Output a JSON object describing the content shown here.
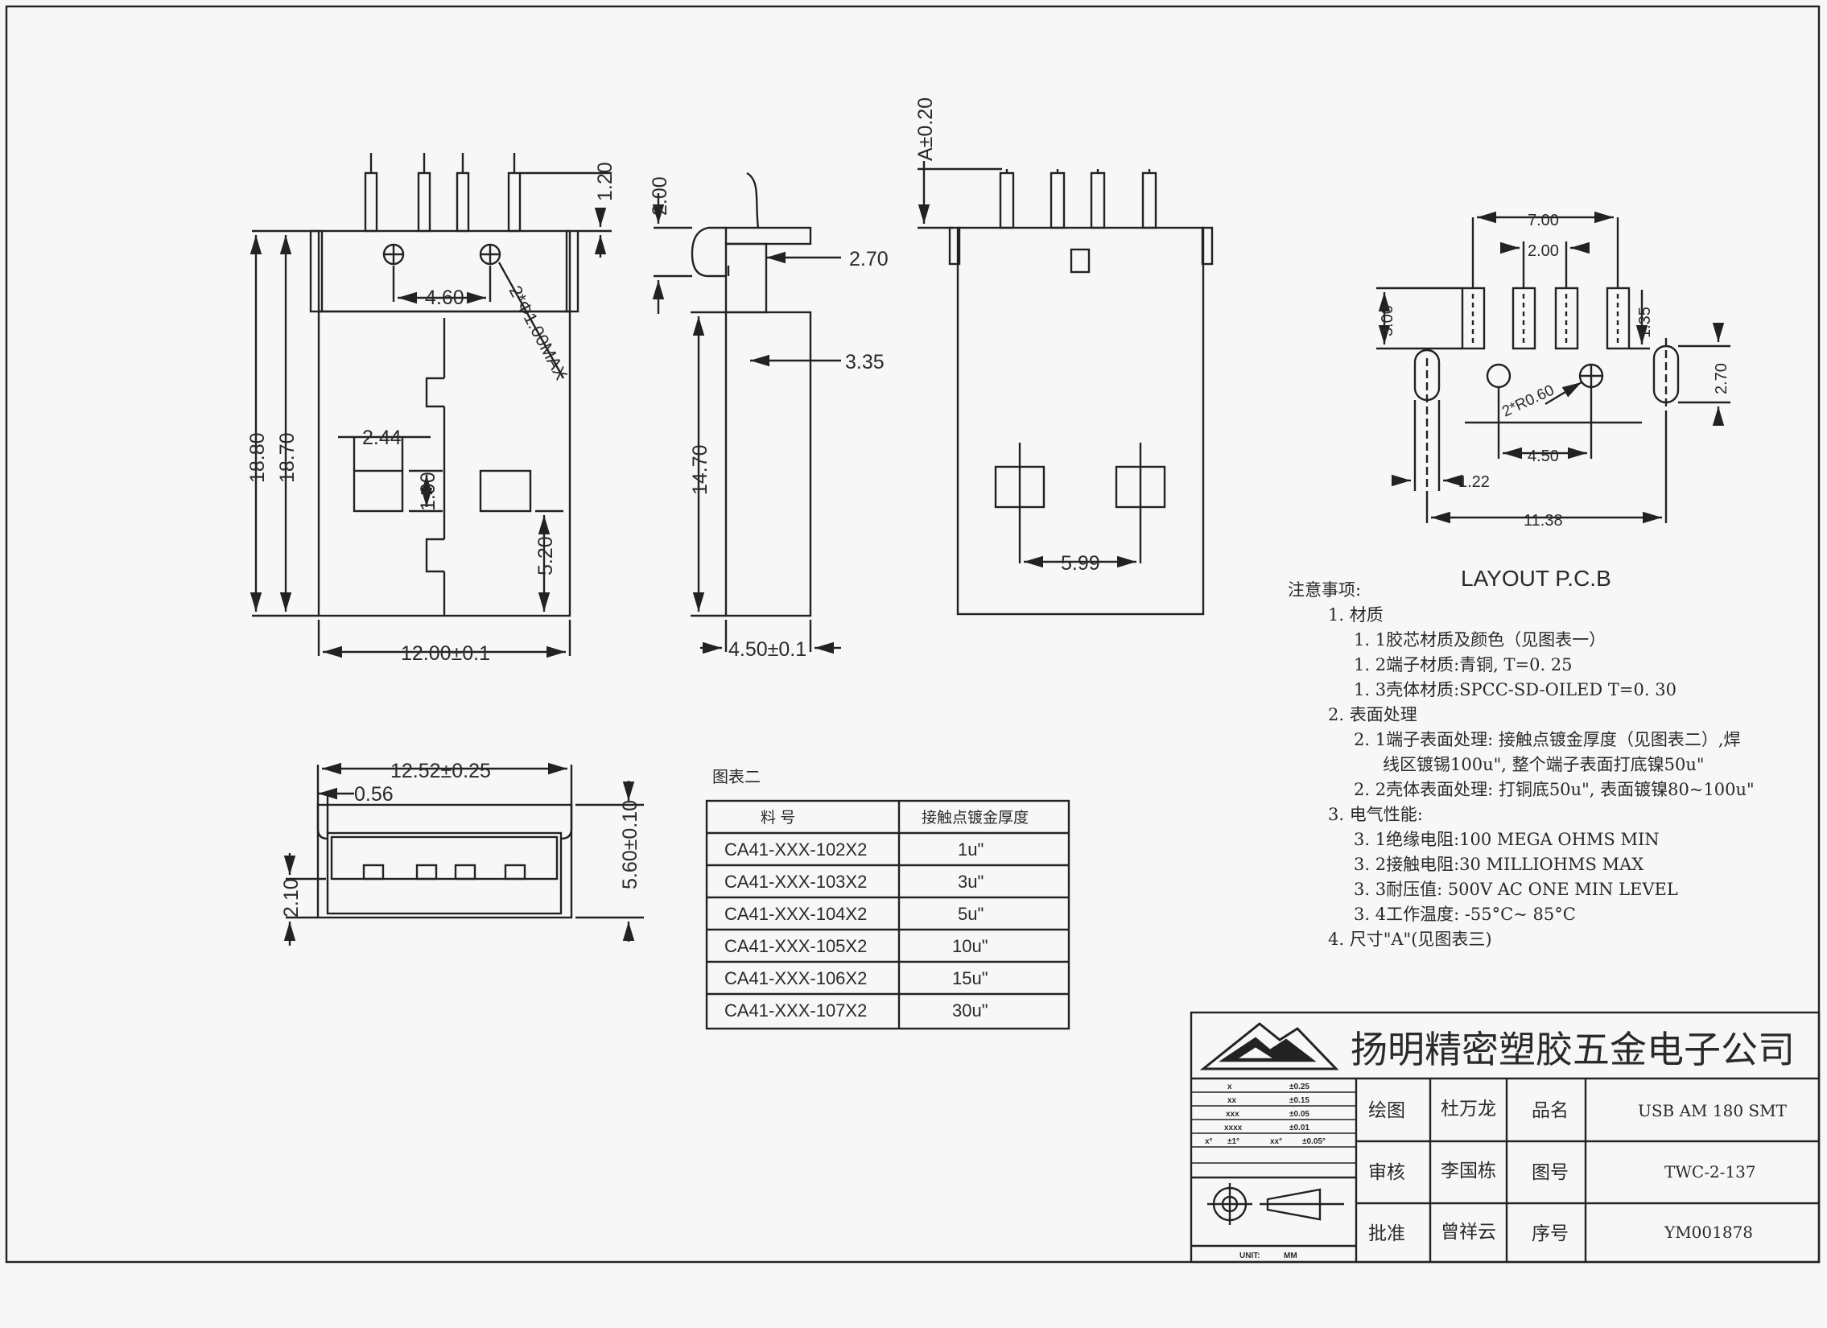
{
  "dimensions": {
    "pin_protrusion": "1.20",
    "hole_pitch": "4.60",
    "hole_dia": "2*Φ1.00MAX",
    "total_len": "18.80",
    "body_len": "18.70",
    "spring_w": "2.44",
    "spring_h": "1.90",
    "spring_pos": "5.20",
    "width": "12.00±0.1",
    "side_top": "2.00",
    "side_2_70": "2.70",
    "side_3_35": "3.35",
    "side_len": "14.70",
    "side_thick": "4.50±0.1",
    "dim_a": "A±0.20",
    "rear_5_99": "5.99",
    "front_w": "12.52±0.25",
    "front_056": "0.56",
    "front_h": "5.60±0.10",
    "front_210": "2.10",
    "pcb_700": "7.00",
    "pcb_200": "2.00",
    "pcb_300": "3.00",
    "pcb_135": "1.35",
    "pcb_270": "2.70",
    "pcb_r060": "2*R0.60",
    "pcb_450": "4.50",
    "pcb_122": "1.22",
    "pcb_1138": "11.38"
  },
  "pcb_title": "LAYOUT  P.C.B",
  "table": {
    "title": "图表二",
    "headers": [
      "料    号",
      "接触点镀金厚度"
    ],
    "rows": [
      [
        "CA41-XXX-102X2",
        "1u\""
      ],
      [
        "CA41-XXX-103X2",
        "3u\""
      ],
      [
        "CA41-XXX-104X2",
        "5u\""
      ],
      [
        "CA41-XXX-105X2",
        "10u\""
      ],
      [
        "CA41-XXX-106X2",
        "15u\""
      ],
      [
        "CA41-XXX-107X2",
        "30u\""
      ]
    ]
  },
  "notes": {
    "heading": "注意事项:",
    "lines": [
      "1. 材质",
      "1. 1胶芯材质及颜色（见图表一）",
      "1. 2端子材质:青铜, T=0. 25",
      "1. 3壳体材质:SPCC-SD-OILED  T=0. 30",
      "2. 表面处理",
      "2. 1端子表面处理: 接触点镀金厚度（见图表二）,焊",
      "线区镀锡100u\", 整个端子表面打底镍50u\"",
      "2. 2壳体表面处理: 打铜底50u\", 表面镀镍80~100u\"",
      "3. 电气性能:",
      "3. 1绝缘电阻:100 MEGA OHMS MIN",
      "3. 2接触电阻:30 MILLIOHMS MAX",
      "3. 3耐压值: 500V AC ONE MIN LEVEL",
      "3. 4工作温度: -55°C~ 85°C",
      "4. 尺寸\"A\"(见图表三)"
    ]
  },
  "title_block": {
    "company": "扬明精密塑胶五金电子公司",
    "tolerances": [
      [
        "x",
        "±0.25"
      ],
      [
        "xx",
        "±0.15"
      ],
      [
        "xxx",
        "±0.05"
      ],
      [
        "xxxx",
        "±0.01"
      ]
    ],
    "angle_tol": [
      "x°",
      "±1°",
      "xx°",
      "±0.05°"
    ],
    "unit_label": "UNIT:",
    "unit_value": "MM",
    "drawn_label": "绘图",
    "drawn_by": "杜万龙",
    "checked_label": "审核",
    "checked_by": "李国栋",
    "approved_label": "批准",
    "approved_by": "曾祥云",
    "name_label": "品名",
    "name_value": "USB AM 180 SMT",
    "drawing_no_label": "图号",
    "drawing_no": "TWC-2-137",
    "serial_label": "序号",
    "serial_no": "YM001878"
  }
}
